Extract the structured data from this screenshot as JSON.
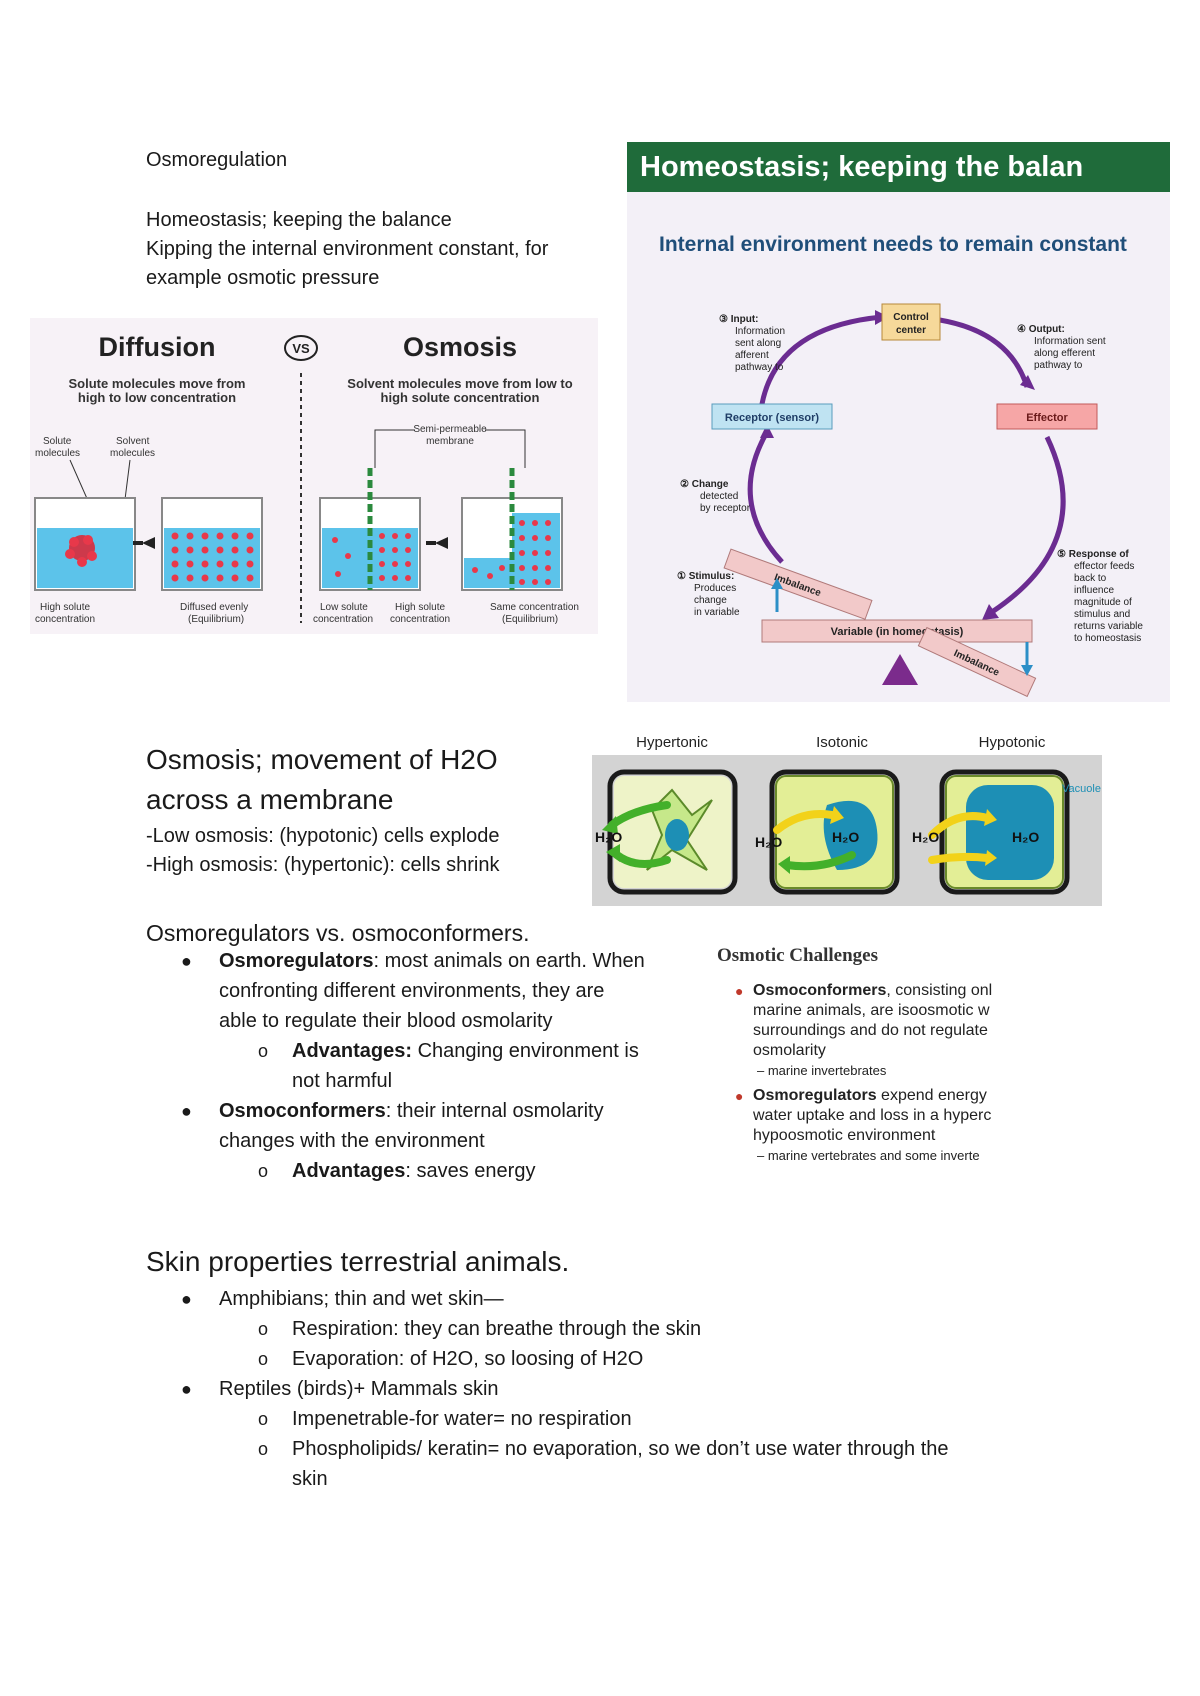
{
  "intro": {
    "title": "Osmoregulation",
    "line1": "Homeostasis; keeping the balance",
    "line2": "Kipping the internal environment constant, for",
    "line3": "example osmotic pressure"
  },
  "homeostasis_figure": {
    "banner": "Homeostasis; keeping the balan",
    "subtitle": "Internal environment needs to remain constant",
    "control_center": [
      "Control",
      "center"
    ],
    "receptor": "Receptor (sensor)",
    "effector": "Effector",
    "step3": [
      "③ Input:",
      "Information",
      "sent along",
      "afferent",
      "pathway to"
    ],
    "step4": [
      "④ Output:",
      "Information sent",
      "along efferent",
      "pathway to"
    ],
    "step2": [
      "② Change",
      "detected",
      "by receptor"
    ],
    "step1": [
      "① Stimulus:",
      "Produces",
      "change",
      "in variable"
    ],
    "step5": [
      "⑤ Response of",
      "effector feeds",
      "back to",
      "influence",
      "magnitude of",
      "stimulus and",
      "returns variable",
      "to homeostasis"
    ],
    "beam": "Variable (in homeostasis)",
    "imbalance": "Imbalance",
    "colors": {
      "banner_bg": "#1f6b3a",
      "subtitle": "#1f4e79",
      "control_bg": "#f6d99a",
      "receptor_bg": "#bfe3f2",
      "effector_bg": "#f6a6a6",
      "arrow": "#6b2c91"
    }
  },
  "diffusion_figure": {
    "diffusion_title": "Diffusion",
    "vs": "VS",
    "osmosis_title": "Osmosis",
    "diffusion_desc": [
      "Solute molecules move from",
      "high to low concentration"
    ],
    "osmosis_desc": [
      "Solvent molecules move from low to",
      "high solute concentration"
    ],
    "solute_label": [
      "Solute",
      "molecules"
    ],
    "solvent_label": [
      "Solvent",
      "molecules"
    ],
    "membrane_label": [
      "Semi-permeable",
      "membrane"
    ],
    "caption1": [
      "High solute",
      "concentration"
    ],
    "caption2": [
      "Diffused evenly",
      "(Equilibrium)"
    ],
    "caption3": [
      "Low solute",
      "concentration"
    ],
    "caption4": [
      "High solute",
      "concentration"
    ],
    "caption5": [
      "Same concentration",
      "(Equilibrium)"
    ]
  },
  "osmosis_section": {
    "heading1": "Osmosis; movement of H2O",
    "heading2": "across a membrane",
    "low": "-Low osmosis: (hypotonic) cells explode",
    "high": "-High osmosis: (hypertonic): cells shrink"
  },
  "tonicity_figure": {
    "labels": [
      "Hypertonic",
      "Isotonic",
      "Hypotonic"
    ],
    "h2o": "H₂O",
    "vacuole": "Vacuole"
  },
  "osmoregulators_section": {
    "heading": "Osmoregulators vs. osmoconformers.",
    "item1_bold": "Osmoregulators",
    "item1_rest": ": most animals on earth. When",
    "item1_line2": "confronting different environments, they are",
    "item1_line3": "able to regulate their blood osmolarity",
    "item1_sub_bold": "Advantages:",
    "item1_sub_rest": " Changing environment is",
    "item1_sub_line2": "not harmful",
    "item2_bold": "Osmoconformers",
    "item2_rest": ": their internal osmolarity",
    "item2_line2": "changes with the environment",
    "item2_sub_bold": "Advantages",
    "item2_sub_rest": ": saves energy"
  },
  "osmotic_challenges": {
    "title": "Osmotic Challenges",
    "b1_bold": "Osmoconformers",
    "b1_rest": ", consisting onl",
    "b1_l2": "marine animals, are isoosmotic w",
    "b1_l3": "surroundings and do not regulate",
    "b1_l4": "osmolarity",
    "b1_sub": "– marine invertebrates",
    "b2_bold": "Osmoregulators",
    "b2_rest": " expend energy",
    "b2_l2": "water uptake and loss in a hyperc",
    "b2_l3": "hypoosmotic environment",
    "b2_sub": "– marine vertebrates and some inverte"
  },
  "skin_section": {
    "heading": "Skin properties terrestrial animals.",
    "item1": "Amphibians; thin and wet skin—",
    "item1_sub1": "Respiration: they can breathe through the skin",
    "item1_sub2": "Evaporation: of H2O, so loosing of H2O",
    "item2": "Reptiles (birds)+ Mammals skin",
    "item2_sub1": "Impenetrable-for water= no respiration",
    "item2_sub2": "Phospholipids/ keratin= no evaporation, so we don’t use water through the",
    "item2_sub2_line2": "skin"
  },
  "glyphs": {
    "bullet": "●",
    "circle": "o"
  }
}
